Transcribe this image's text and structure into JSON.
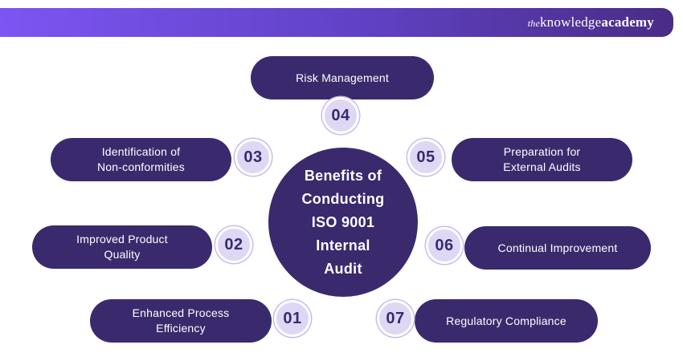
{
  "header": {
    "logo": {
      "the": "the",
      "knowledge": "knowledge",
      "academy": "academy"
    }
  },
  "center": {
    "lines": [
      "Benefits of",
      "Conducting",
      "ISO 9001",
      "Internal",
      "Audit"
    ]
  },
  "items": [
    {
      "number": "01",
      "lines": [
        "Enhanced Process",
        "Efficiency"
      ]
    },
    {
      "number": "02",
      "lines": [
        "Improved Product",
        "Quality"
      ]
    },
    {
      "number": "03",
      "lines": [
        "Identification of",
        "Non-conformities"
      ]
    },
    {
      "number": "04",
      "lines": [
        "Risk Management"
      ]
    },
    {
      "number": "05",
      "lines": [
        "Preparation for",
        "External Audits"
      ]
    },
    {
      "number": "06",
      "lines": [
        "Continual Improvement"
      ]
    },
    {
      "number": "07",
      "lines": [
        "Regulatory Compliance"
      ]
    }
  ],
  "colors": {
    "header_gradient_from": "#7d55f2",
    "header_gradient_to": "#4a2c85",
    "pill_background": "#3a2a6d",
    "center_circle_background": "#3a2a6d",
    "badge_fill": "#ded8f4",
    "badge_ring": "#c8baee",
    "badge_text": "#3a2a6d",
    "text_on_dark": "#ffffff",
    "page_background": "#ffffff"
  }
}
